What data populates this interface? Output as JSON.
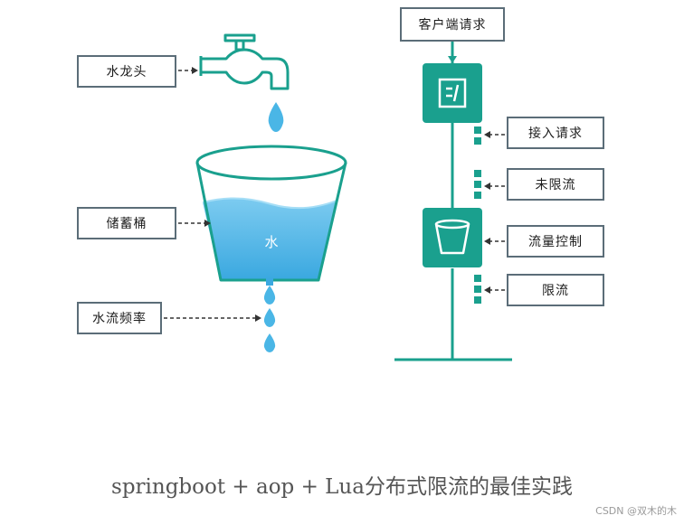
{
  "left": {
    "faucet_label": "水龙头",
    "bucket_label": "储蓄桶",
    "flow_label": "水流频率",
    "water_label": "水"
  },
  "right": {
    "client_request": "客户端请求",
    "accept_request": "接入请求",
    "not_limited": "未限流",
    "flow_control": "流量控制",
    "limited": "限流"
  },
  "caption": "springboot + aop + Lua分布式限流的最佳实践",
  "watermark": "CSDN @双木的木",
  "colors": {
    "teal": "#1aa08e",
    "teal_dark": "#0f8070",
    "water": "#4ab6e6",
    "water_light": "#8fd3f3",
    "border": "#5b6d78"
  }
}
